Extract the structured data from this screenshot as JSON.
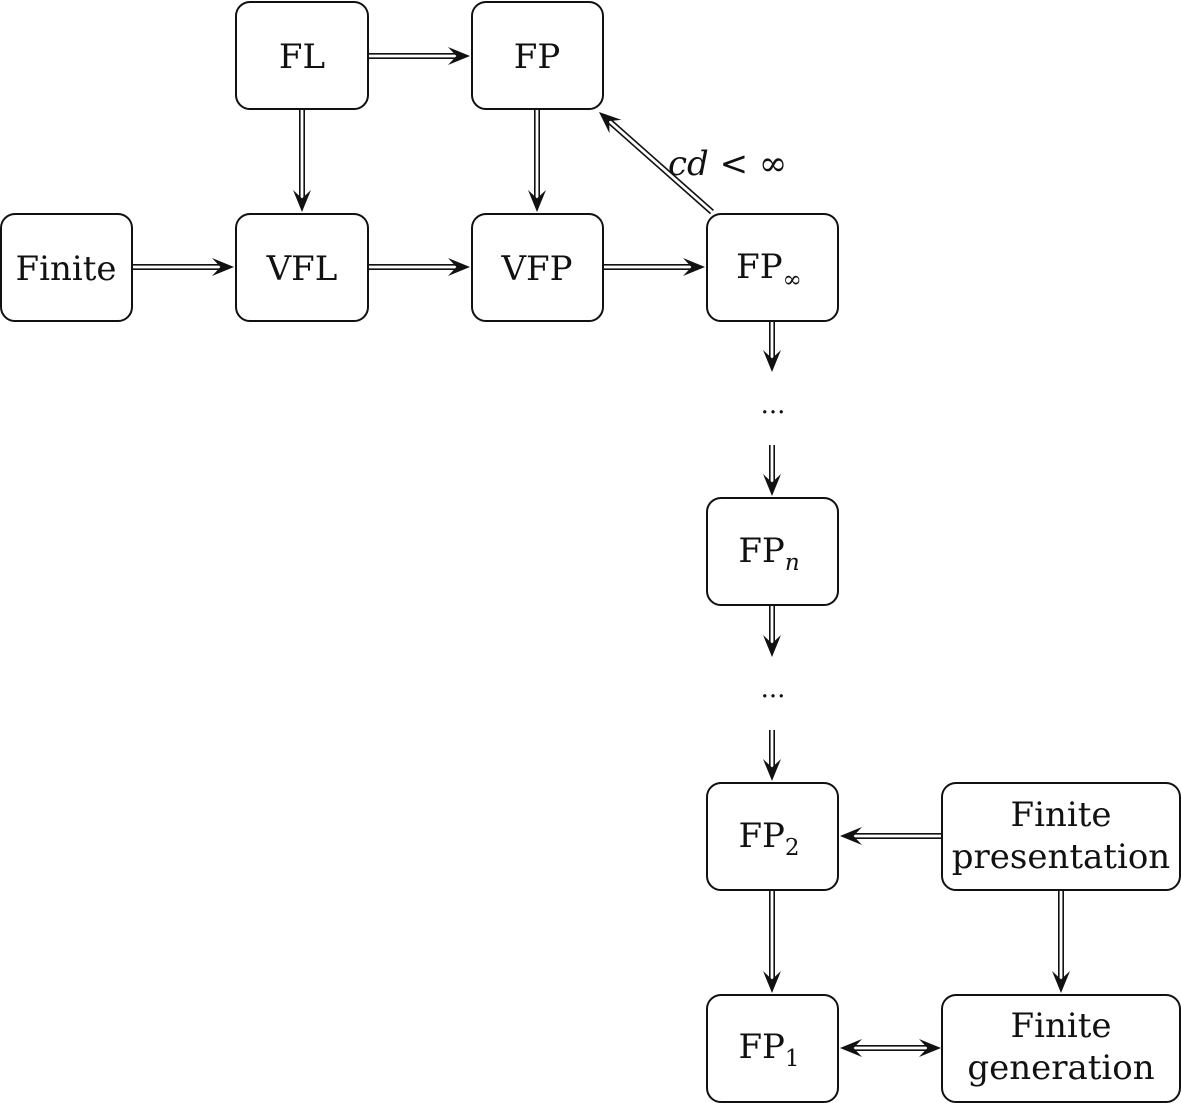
{
  "nodes": {
    "fl": {
      "label": "FL"
    },
    "fp": {
      "label": "FP"
    },
    "finite": {
      "label": "Finite"
    },
    "vfl": {
      "label": "VFL"
    },
    "vfp": {
      "label": "VFP"
    },
    "fp_inf": {
      "label": "FP",
      "subscript": "∞"
    },
    "fp_n": {
      "label": "FP",
      "subscript": "n"
    },
    "fp_2": {
      "label": "FP",
      "subscript": "2"
    },
    "fp_1": {
      "label": "FP",
      "subscript": "1"
    },
    "finite_presentation": {
      "line1": "Finite",
      "line2": "presentation"
    },
    "finite_generation": {
      "line1": "Finite",
      "line2": "generation"
    }
  },
  "ellipsis": {
    "upper": "...",
    "lower": "..."
  },
  "annotations": {
    "cd_condition": {
      "var": "cd",
      "rest": " < ∞"
    }
  }
}
